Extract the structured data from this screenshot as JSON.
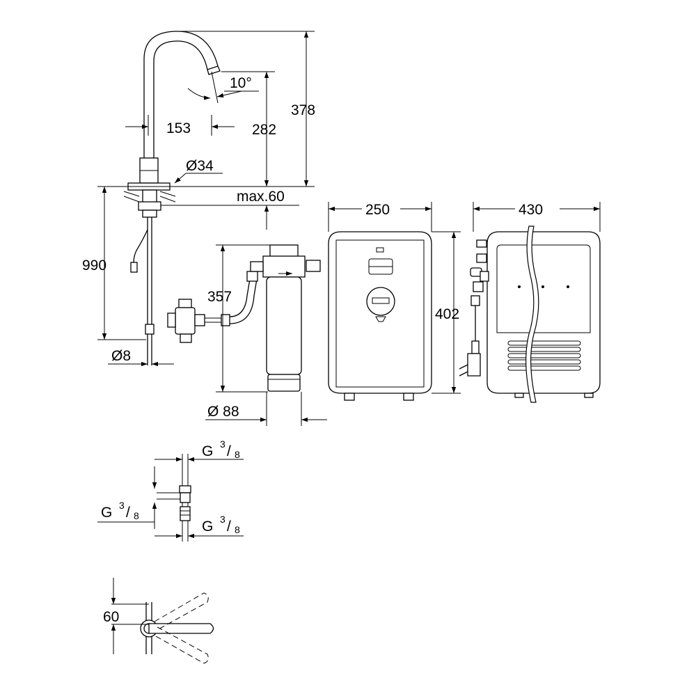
{
  "dimensions": {
    "height_total": "378",
    "height_spout": "282",
    "spout_reach": "153",
    "spout_angle": "10°",
    "base_diameter": "Ø34",
    "max_deck": "max.60",
    "hose_length": "990",
    "hose_diameter": "Ø8",
    "filter_height": "357",
    "filter_diameter": "Ø 88",
    "boiler_width": "250",
    "boiler_height": "402",
    "boiler_depth": "430",
    "handle_offset": "60"
  },
  "connections": {
    "thread_top": {
      "base": "G",
      "num": "3",
      "den": "8"
    },
    "thread_side": {
      "base": "G",
      "num": "3",
      "den": "8"
    },
    "thread_bottom": {
      "base": "G",
      "num": "3",
      "den": "8"
    }
  },
  "colors": {
    "line": "#000000",
    "background": "#ffffff"
  }
}
